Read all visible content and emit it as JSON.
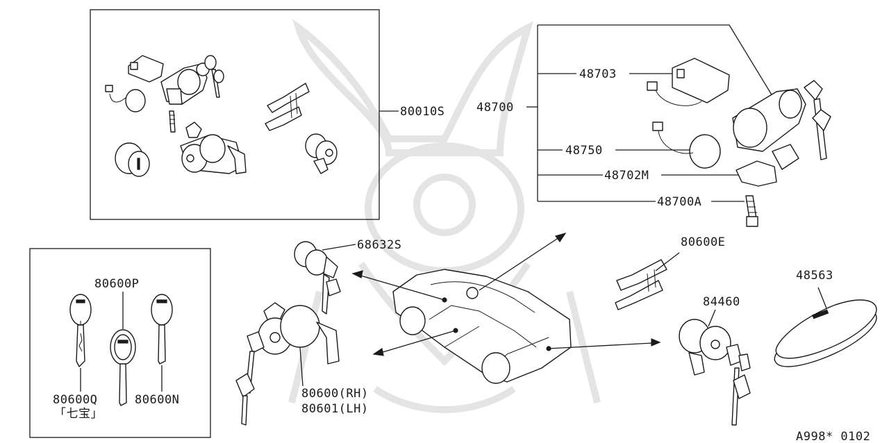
{
  "diagram": {
    "watermark": "samurai-helmet-logo",
    "code": "A998* 0102",
    "labels": {
      "p80010s": "80010S",
      "p48700": "48700",
      "p48703": "48703",
      "p48750": "48750",
      "p48702m": "48702M",
      "p48700a": "48700A",
      "p68632s": "68632S",
      "p80600e": "80600E",
      "p48563": "48563",
      "p84460": "84460",
      "p80600p": "80600P",
      "p80600q": "80600Q",
      "p80600n": "80600N",
      "p_jp": "「七宝」",
      "p80600rh": "80600(RH)",
      "p80601lh": "80601(LH)"
    }
  }
}
